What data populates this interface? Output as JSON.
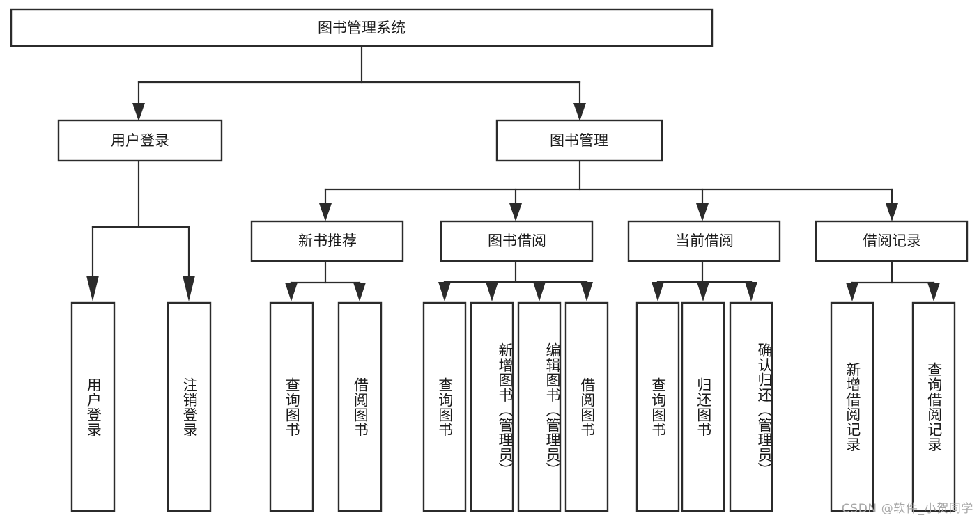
{
  "diagram": {
    "title": "图书管理系统",
    "type": "tree",
    "watermark": "CSDN @软件_小贺同学",
    "colors": {
      "box_stroke": "#2b2b2b",
      "box_fill": "#ffffff",
      "connector": "#2b2b2b",
      "text": "#1a1a1a",
      "watermark": "#a8a8a8",
      "background": "#ffffff"
    },
    "levels": {
      "root": {
        "label": "图书管理系统"
      },
      "level2": [
        {
          "label": "用户登录"
        },
        {
          "label": "图书管理"
        }
      ],
      "level3": [
        {
          "label": "新书推荐"
        },
        {
          "label": "图书借阅"
        },
        {
          "label": "当前借阅"
        },
        {
          "label": "借阅记录"
        }
      ],
      "leaves": {
        "user_login": [
          {
            "label": "用户登录"
          },
          {
            "label": "注销登录"
          }
        ],
        "new_book_recommend": [
          {
            "label": "查询图书"
          },
          {
            "label": "借阅图书"
          }
        ],
        "book_borrow": [
          {
            "label": "查询图书"
          },
          {
            "label": "新增图书（管理员）"
          },
          {
            "label": "编辑图书（管理员）"
          },
          {
            "label": "借阅图书"
          }
        ],
        "current_borrow": [
          {
            "label": "查询图书"
          },
          {
            "label": "归还图书"
          },
          {
            "label": "确认归还（管理员）"
          }
        ],
        "borrow_record": [
          {
            "label": "新增借阅记录"
          },
          {
            "label": "查询借阅记录"
          }
        ]
      }
    }
  }
}
